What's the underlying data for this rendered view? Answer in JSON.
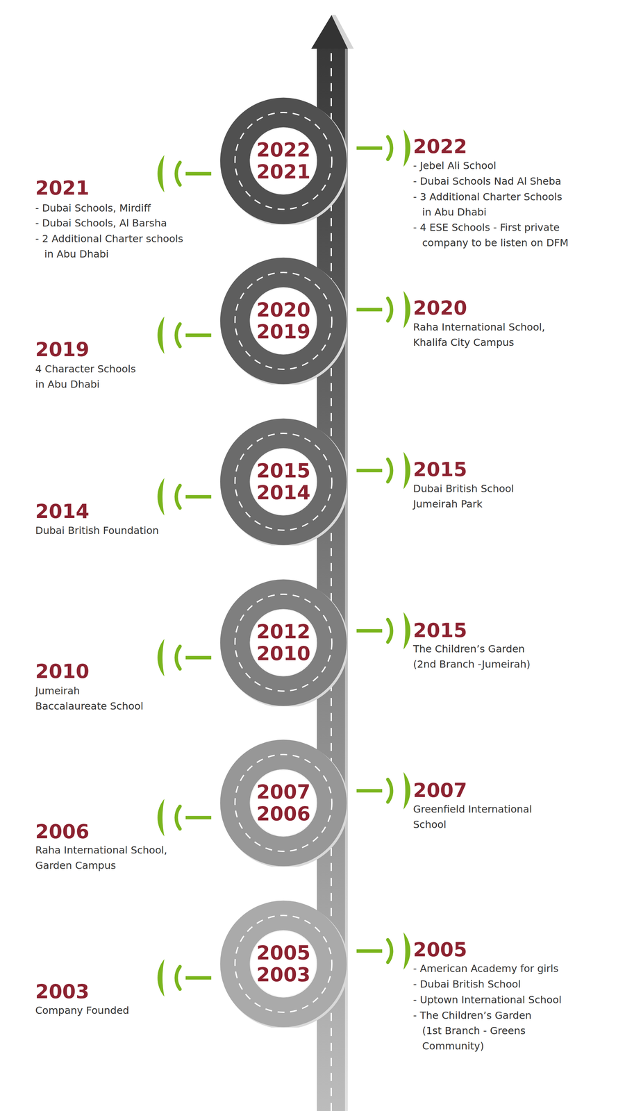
{
  "diagram": {
    "nodes": [
      {
        "text": [
          "2022 2021"
        ]
      },
      {
        "text": [
          "2020 2019"
        ]
      },
      {
        "text": [
          "2015 2014"
        ]
      },
      {
        "text": [
          "2012 2010"
        ]
      },
      {
        "text": [
          "2007 2006"
        ]
      },
      {
        "text": [
          "2005 2003"
        ]
      }
    ],
    "labels": [
      "2022",
      "- Jebel Ali School",
      "- Dubai Schools Nad Al Sheba",
      "- 3 Additional Charter Schools in Abu Dhabi",
      "- 4 ESE Schools - First private company to be listen on DFM",
      "2021",
      "- Dubai Schools, Mirdiff",
      "- Dubai Schools, Al Barsha",
      "- 2 Additional Charter schools in Abu Dhabi",
      "2020",
      "Raha International School, Khalifa City Campus",
      "2019",
      "4 Character Schools in Abu Dhabi",
      "2015",
      "Dubai British School Jumeirah Park",
      "2014",
      "Dubai British Foundation",
      "2015",
      "The Children’s Garden (2nd Branch -Jumeirah)",
      "2010",
      "Jumeirah Baccalaureate School",
      "2007",
      "Greenfield International School",
      "2006",
      "Raha International School, Garden Campus",
      "2005",
      "- American Academy for girls",
      "- Dubai British School",
      "- Uptown International School",
      "- The Children’s Garden (1st Branch - Greens Community)",
      "2003",
      "Company Founded"
    ]
  }
}
